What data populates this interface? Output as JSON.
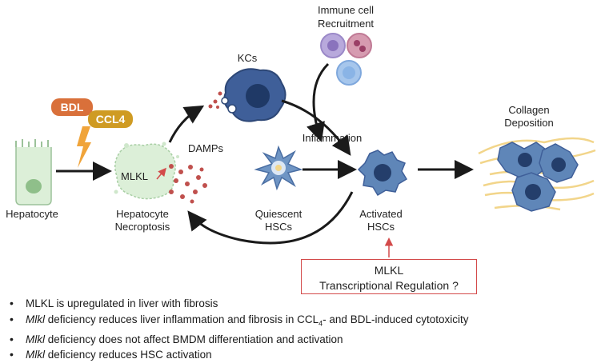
{
  "labels": {
    "immune_line1": "Immune cell",
    "immune_line2": "Recruitment",
    "kcs": "KCs",
    "collagen_line1": "Collagen",
    "collagen_line2": "Deposition",
    "bdl": "BDL",
    "ccl4": "CCL4",
    "damps": "DAMPs",
    "inflammation": "Inflammation",
    "mlkl": "MLKL",
    "hepatocyte": "Hepatocyte",
    "necro_line1": "Hepatocyte",
    "necro_line2": "Necroptosis",
    "quiescent_line1": "Quiescent",
    "quiescent_line2": "HSCs",
    "activated_line1": "Activated",
    "activated_line2": "HSCs"
  },
  "box": {
    "line1": "MLKL",
    "line2": "Transcriptional Regulation ?"
  },
  "bullets": [
    {
      "italic": "",
      "text": "MLKL is upregulated in liver with fibrosis"
    },
    {
      "italic": "Mlkl",
      "text": " deficiency reduces liver inflammation and fibrosis in CCL",
      "sub": "4",
      "text2": "- and BDL-induced cytotoxicity"
    },
    {
      "italic": "Mlkl",
      "text": " deficiency does not affect BMDM differentiation and activation"
    },
    {
      "italic": "Mlkl",
      "text": " deficiency reduces HSC activation"
    }
  ],
  "colors": {
    "bdl_badge": "#d9703a",
    "ccl4_badge": "#cf9b23",
    "lightning": "#f0a43a",
    "hepatocyte": "#dcefd8",
    "kc": "#3f5f99",
    "hsc": "#5f86b8",
    "damp": "#c0504d",
    "collagen": "#f2d58a",
    "box_border": "#d34a4a"
  }
}
